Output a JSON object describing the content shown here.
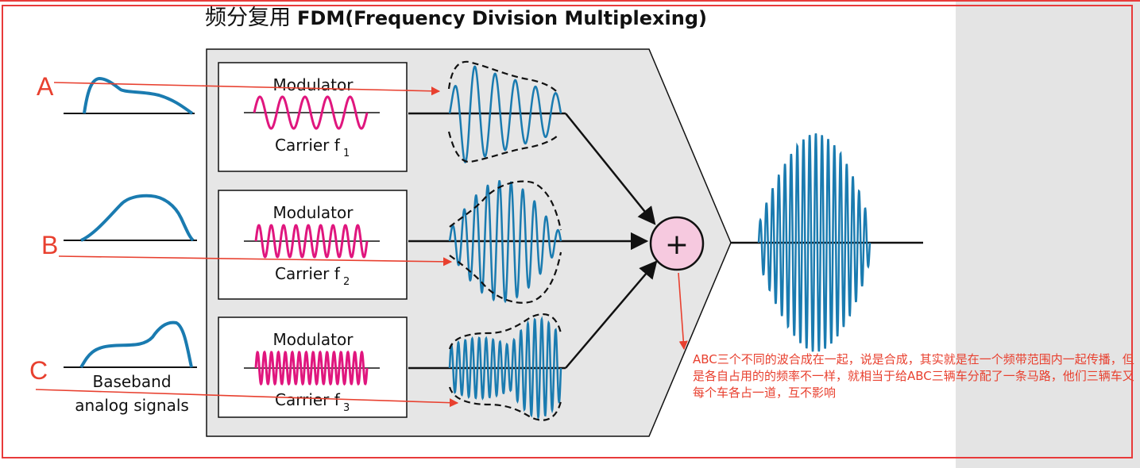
{
  "title_zh": "频分复用",
  "title_en": "FDM(Frequency Division Multiplexing)",
  "signal_labels": [
    "A",
    "B",
    "C"
  ],
  "modulators": [
    {
      "label": "Modulator",
      "carrier": "Carrier f",
      "sub": "1"
    },
    {
      "label": "Modulator",
      "carrier": "Carrier f",
      "sub": "2"
    },
    {
      "label": "Modulator",
      "carrier": "Carrier f",
      "sub": "3"
    }
  ],
  "baseband_label_line1": "Baseband",
  "baseband_label_line2": "analog signals",
  "adder_symbol": "+",
  "annotation": "ABC三个不同的波合成在一起，说是合成，其实就是在一个频带范围内一起传播，但是各自占用的的频率不一样，就相当于给ABC三辆车分配了一条马路，他们三辆车又每个车各占一道，互不影响",
  "colors": {
    "wave_blue": "#1a7bb0",
    "carrier_pink": "#e0167e",
    "annotation_red": "#e8402f",
    "panel_gray": "#e6e6e6",
    "adder_fill": "#f6c9df"
  }
}
